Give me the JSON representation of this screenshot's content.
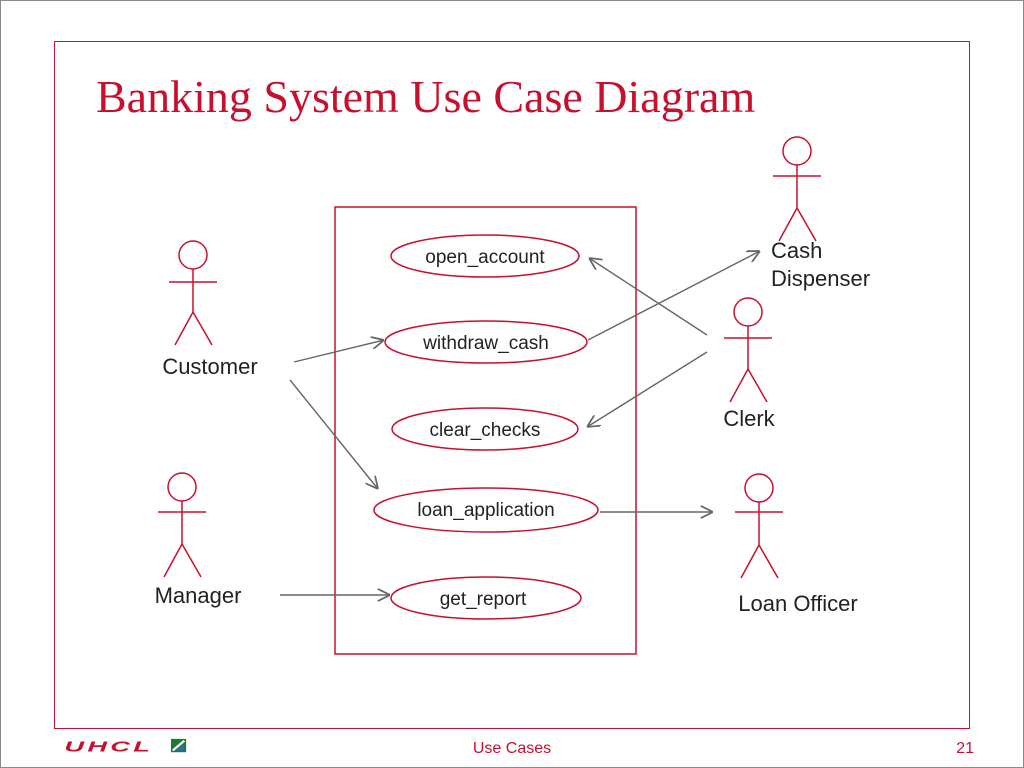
{
  "slide": {
    "title": "Banking System Use Case Diagram",
    "footer_center": "Use Cases",
    "page_number": "21",
    "logo_text": "UHCL",
    "accent_color": "#c8102e",
    "connector_color": "#666666"
  },
  "diagram": {
    "use_cases": [
      {
        "id": "open_account",
        "label": "open_account"
      },
      {
        "id": "withdraw_cash",
        "label": "withdraw_cash"
      },
      {
        "id": "clear_checks",
        "label": "clear_checks"
      },
      {
        "id": "loan_application",
        "label": "loan_application"
      },
      {
        "id": "get_report",
        "label": "get_report"
      }
    ],
    "actors": [
      {
        "id": "customer",
        "label_lines": [
          "Customer"
        ]
      },
      {
        "id": "manager",
        "label_lines": [
          "Manager"
        ]
      },
      {
        "id": "cash_dispenser",
        "label_lines": [
          "Cash",
          "Dispenser"
        ]
      },
      {
        "id": "clerk",
        "label_lines": [
          "Clerk"
        ]
      },
      {
        "id": "loan_officer",
        "label_lines": [
          "Loan Officer"
        ]
      }
    ],
    "associations": [
      {
        "from": "customer",
        "to": "withdraw_cash"
      },
      {
        "from": "customer",
        "to": "loan_application"
      },
      {
        "from": "manager",
        "to": "get_report"
      },
      {
        "from": "withdraw_cash",
        "to": "cash_dispenser"
      },
      {
        "from": "clerk",
        "to": "open_account"
      },
      {
        "from": "clerk",
        "to": "clear_checks"
      },
      {
        "from": "loan_application",
        "to": "loan_officer"
      }
    ]
  }
}
